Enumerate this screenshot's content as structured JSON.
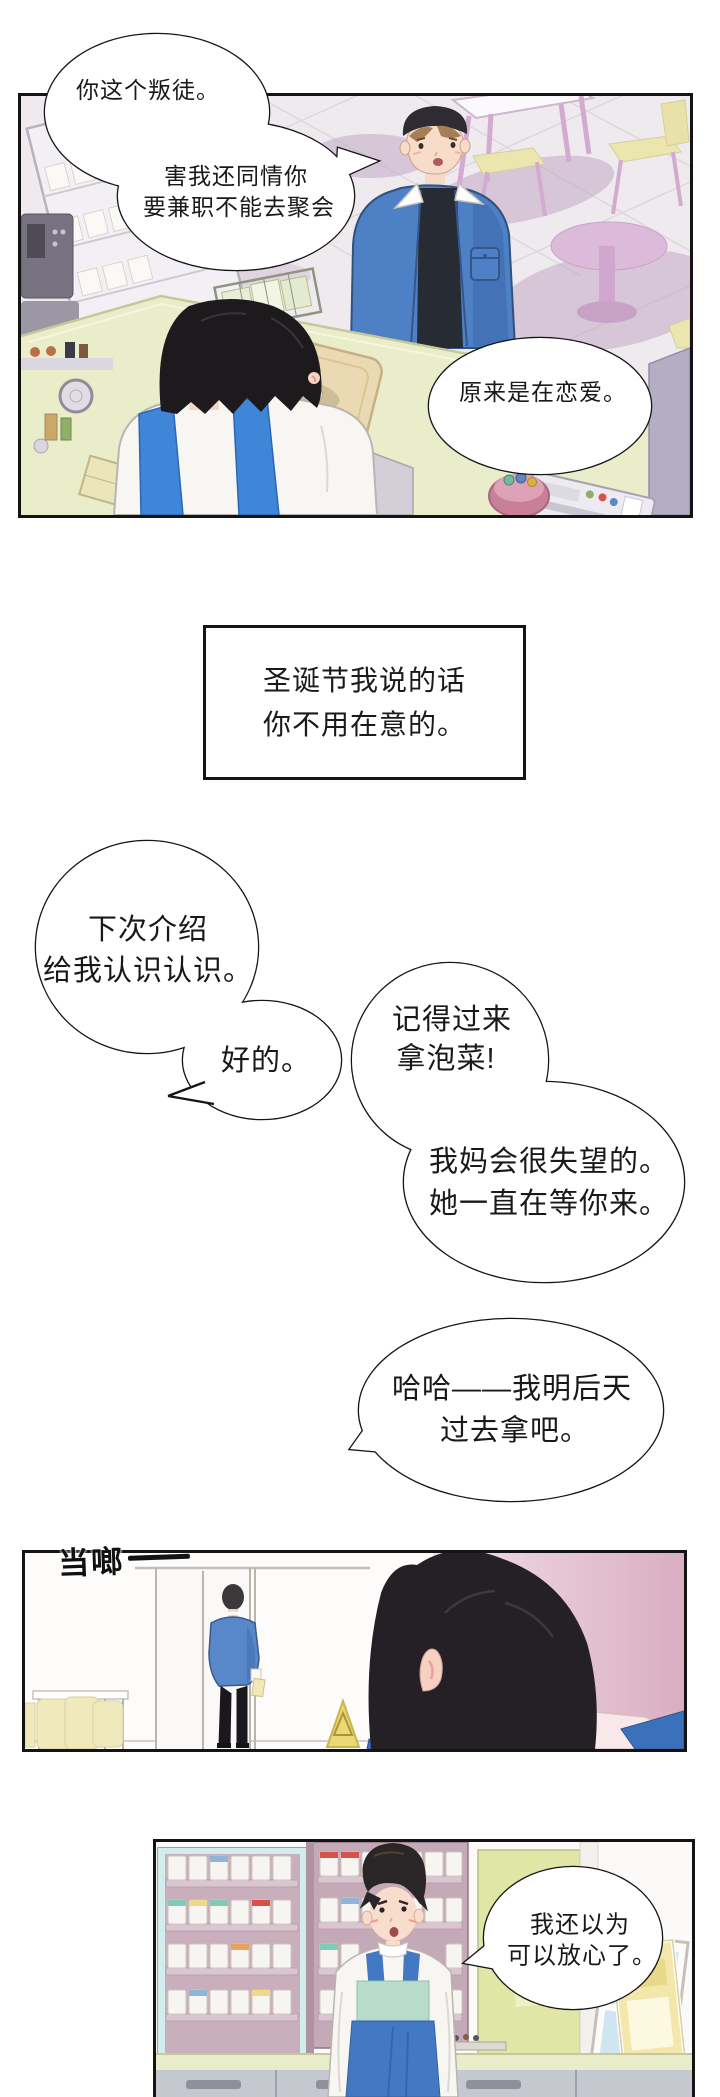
{
  "panel1": {
    "bubble1": "你这个叛徒。",
    "bubble2_line1": "害我还同情你",
    "bubble2_line2": "要兼职不能去聚会",
    "bubble3": "原来是在恋爱。"
  },
  "narration_box": {
    "line1": "圣诞节我说的话",
    "line2": "你不用在意的。"
  },
  "float_bubbles": {
    "a_line1": "下次介绍",
    "a_line2": "给我认识认识。",
    "b": "好的。",
    "c_line1": "记得过来",
    "c_line2": "拿泡菜!",
    "d_line1": "我妈会很失望的。",
    "d_line2": "她一直在等你来。",
    "e_line1": "哈哈——我明后天",
    "e_line2": "过去拿吧。"
  },
  "panel2": {
    "sfx": "当啷"
  },
  "panel3": {
    "bubble_line1": "我还以为",
    "bubble_line2": "可以放心了。"
  },
  "colors": {
    "bubble_outline": "#161616",
    "jacket_blue": "#4d80c5",
    "strap_blue": "#3f86d8",
    "apron_blue": "#4379c2",
    "apron_teal": "#b7dcc9",
    "counter_yellow": "#eaedc9",
    "chair_yellow": "#ebe5ae",
    "wall_pink": "#d9aec2",
    "cabinet_mauve": "#c9aebb",
    "board_green": "#e0e6a6",
    "sign_yellow": "#ecd973",
    "shadow_lavender": "#c3a9c6"
  }
}
